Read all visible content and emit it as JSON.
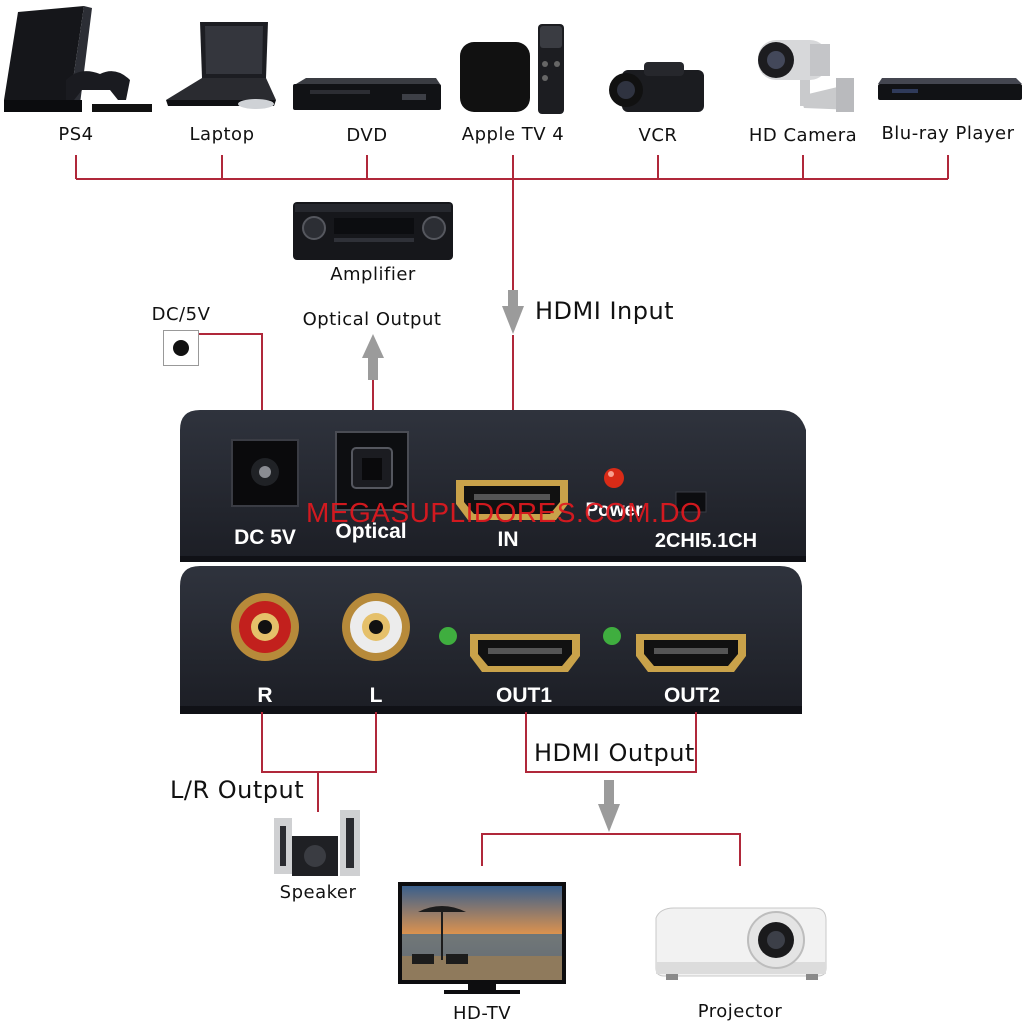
{
  "sources": {
    "ps4": "PS4",
    "laptop": "Laptop",
    "dvd": "DVD",
    "appletv": "Apple TV 4",
    "vcr": "VCR",
    "hdcamera": "HD Camera",
    "bluray": "Blu-ray Player"
  },
  "amplifier": "Amplifier",
  "optical_output": "Optical Output",
  "dc_label": "DC/5V",
  "hdmi_input": "HDMI Input",
  "top_panel": {
    "dc": "DC 5V",
    "optical": "Optical",
    "in": "IN",
    "power": "Power",
    "switch": "2CHI5.1CH"
  },
  "bottom_panel": {
    "r": "R",
    "l": "L",
    "out1": "OUT1",
    "out2": "OUT2"
  },
  "watermark": "MEGASUPLIDORES.COM.DO",
  "lr_output": "L/R Output",
  "hdmi_output": "HDMI Output",
  "speaker": "Speaker",
  "hdtv": "HD-TV",
  "projector": "Projector",
  "colors": {
    "line": "#b0283a",
    "arrow": "#9b9b9b",
    "panel": "#22252e",
    "watermark": "#e1191f",
    "led_red": "#d92b17",
    "led_green": "#3fae3f"
  }
}
